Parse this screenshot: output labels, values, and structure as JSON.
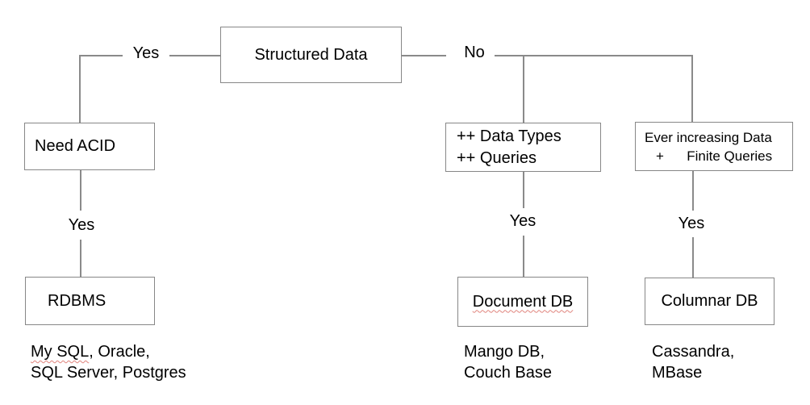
{
  "diagram": {
    "root": {
      "label": "Structured Data"
    },
    "root_branch_labels": {
      "yes": "Yes",
      "no": "No"
    },
    "left_branch": {
      "condition": "Need ACID",
      "edge_label": "Yes",
      "result": "RDBMS",
      "examples_highlighted": "My SQL",
      "examples_line1_rest": ", Oracle,",
      "examples_line2": "SQL Server, Postgres"
    },
    "middle_branch": {
      "condition_line1": "++ Data Types",
      "condition_line2": "++ Queries",
      "edge_label": "Yes",
      "result": "Document DB",
      "examples_line1": "Mango DB,",
      "examples_line2": "Couch Base"
    },
    "right_branch": {
      "condition_line1": "Ever increasing Data",
      "condition_line2": "+      Finite Queries",
      "edge_label": "Yes",
      "result": "Columnar DB",
      "examples_line1": "Cassandra,",
      "examples_line2": "MBase"
    },
    "colors": {
      "connector_line": "#8a8a8a",
      "box_border": "#878787",
      "text": "#000000",
      "spellcheck_underline": "#e0837c",
      "background": "#ffffff"
    }
  }
}
